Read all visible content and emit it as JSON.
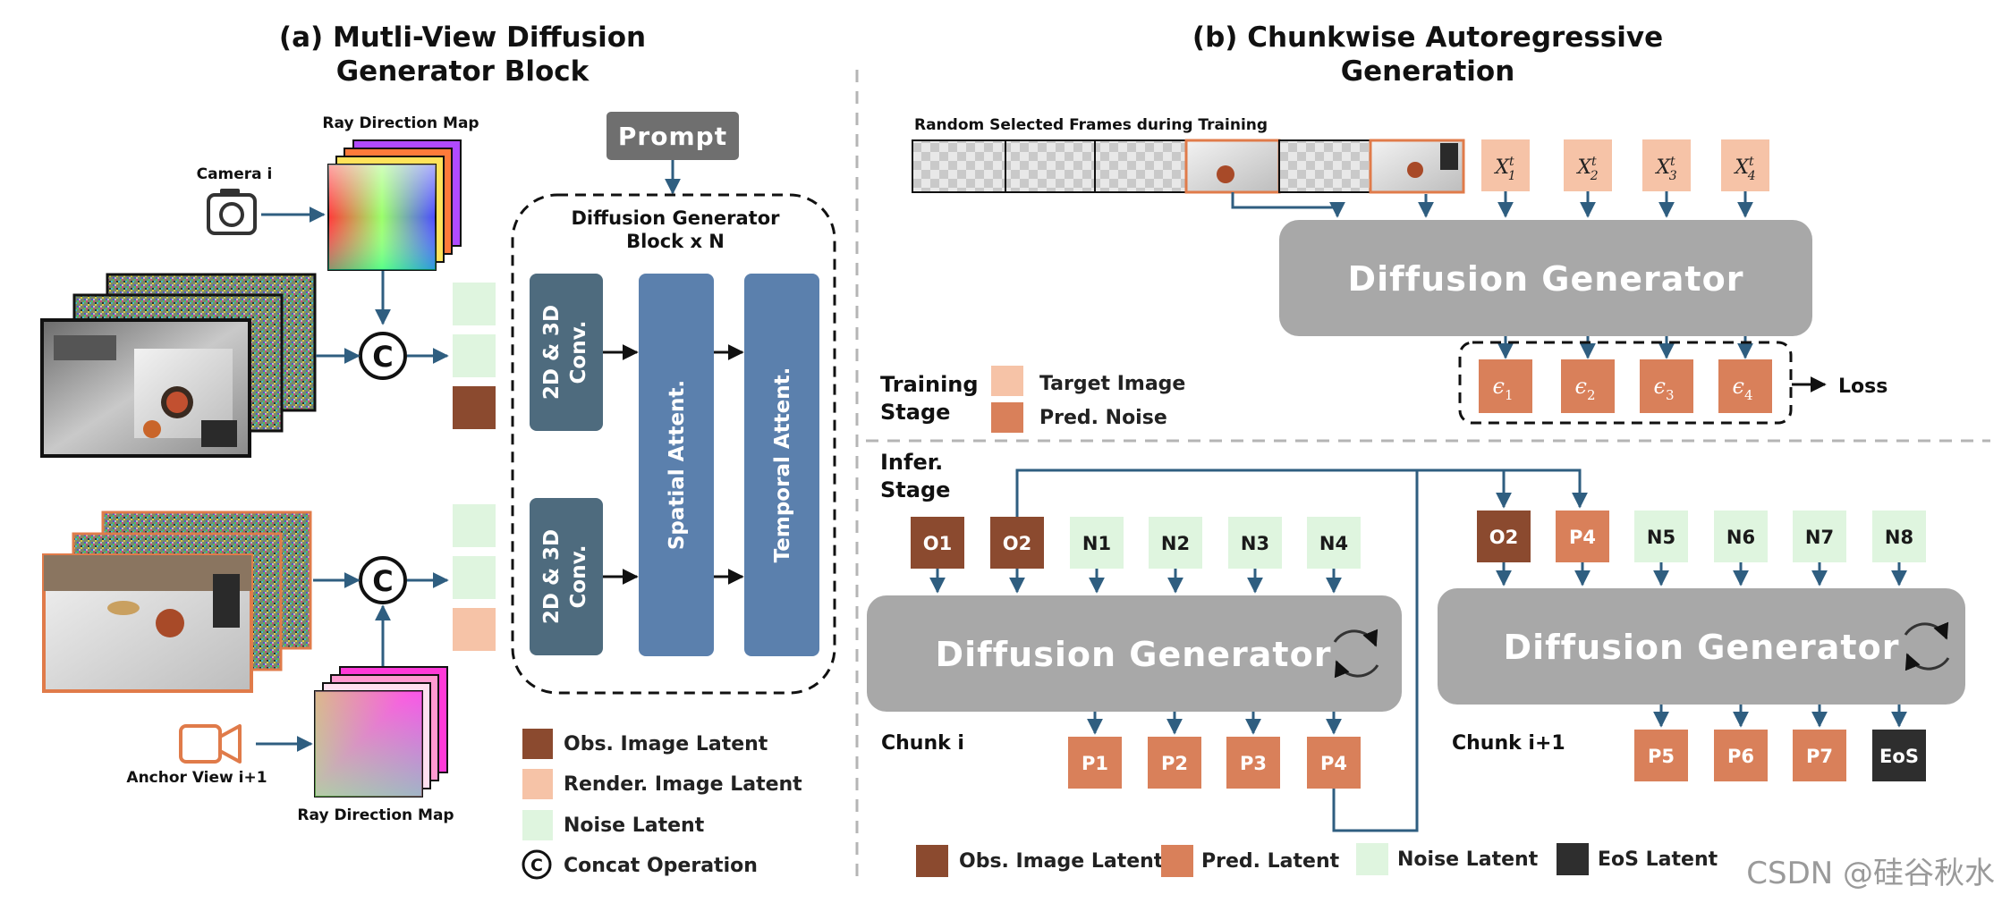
{
  "panel_a": {
    "title_line1": "(a) Mutli-View Diffusion",
    "title_line2": "Generator Block",
    "ray_map_top": "Ray Direction Map",
    "camera_label": "Camera i",
    "prompt": "Prompt",
    "block_title_line1": "Diffusion Generator",
    "block_title_line2": "Block x N",
    "conv_label_line1": "2D & 3D",
    "conv_label_line2": "Conv.",
    "spatial_attn": "Spatial Attent.",
    "temporal_attn": "Temporal Attent.",
    "anchor_label": "Anchor View i+1",
    "ray_map_bottom": "Ray Direction Map",
    "concat_symbol": "C",
    "legend": {
      "obs": "Obs. Image Latent",
      "render": "Render. Image Latent",
      "noise": "Noise Latent",
      "concat": "Concat Operation",
      "concat_symbol": "C"
    }
  },
  "panel_b": {
    "title_line1": "(b) Chunkwise Autoregressive",
    "title_line2": "Generation",
    "frames_caption": "Random Selected Frames during Training",
    "x_tokens": [
      "X",
      "X",
      "X",
      "X"
    ],
    "x_sub": [
      "1",
      "2",
      "3",
      "4"
    ],
    "x_sup": "t",
    "train_generator": "Diffusion Generator",
    "eps_tokens": [
      "ϵ",
      "ϵ",
      "ϵ",
      "ϵ"
    ],
    "eps_sub": [
      "1",
      "2",
      "3",
      "4"
    ],
    "loss": "Loss",
    "training_stage_line1": "Training",
    "training_stage_line2": "Stage",
    "legend_target": "Target Image",
    "legend_pred_noise": "Pred. Noise",
    "infer_stage_line1": "Infer.",
    "infer_stage_line2": "Stage",
    "chunk_i": {
      "inputs": [
        "O1",
        "O2",
        "N1",
        "N2",
        "N3",
        "N4"
      ],
      "generator": "Diffusion Generator",
      "outputs": [
        "P1",
        "P2",
        "P3",
        "P4"
      ],
      "label": "Chunk i"
    },
    "chunk_i1": {
      "inputs": [
        "O2",
        "P4",
        "N5",
        "N6",
        "N7",
        "N8"
      ],
      "generator": "Diffusion Generator",
      "outputs": [
        "P5",
        "P6",
        "P7",
        "EoS"
      ],
      "label": "Chunk i+1"
    },
    "legend": {
      "obs": "Obs. Image Latent",
      "pred": "Pred. Latent",
      "noise": "Noise Latent",
      "eos": "EoS Latent"
    }
  },
  "watermark": "CSDN @硅谷秋水",
  "colors": {
    "obs": "#8b4a2f",
    "pred": "#d9805a",
    "target": "#f6c3a7",
    "noise": "#dff5df",
    "eos": "#2e2e2e",
    "generator": "#a8a8a8",
    "block_dark": "#4e6b7e",
    "block_blue": "#5b80ad",
    "arrow": "#2f5e80",
    "prompt": "#6f6f6f",
    "orange_border": "#e07b4a"
  },
  "icons": [
    "camera-icon",
    "video-camera-icon",
    "refresh-icon"
  ]
}
